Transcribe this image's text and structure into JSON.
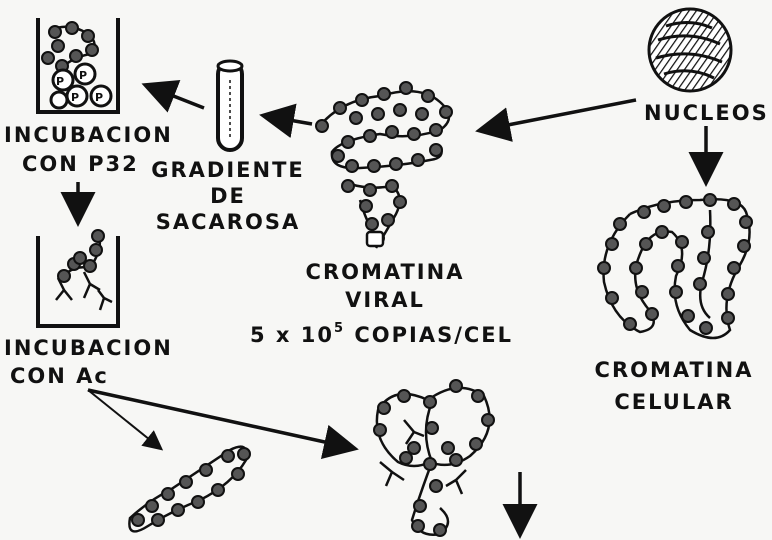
{
  "labels": {
    "incubacion_p32_line1": "INCUBACION",
    "incubacion_p32_line2": "CON P32",
    "gradiente_line1": "GRADIENTE",
    "gradiente_line2": "DE",
    "gradiente_line3": "SACAROSA",
    "nucleos": "NUCLEOS",
    "cromatina_viral_line1": "CROMATINA",
    "cromatina_viral_line2": "VIRAL",
    "copias_prefix": "5 x 10",
    "copias_exp": "5",
    "copias_suffix": "COPIAS/CEL",
    "incubacion_ac_line1": "INCUBACION",
    "incubacion_ac_line2": "CON Ac",
    "cromatina_celular_line1": "CROMATINA",
    "cromatina_celular_line2": "CELULAR"
  },
  "colors": {
    "ink": "#111111",
    "paper": "#f7f7f5",
    "bead": "#555555"
  }
}
